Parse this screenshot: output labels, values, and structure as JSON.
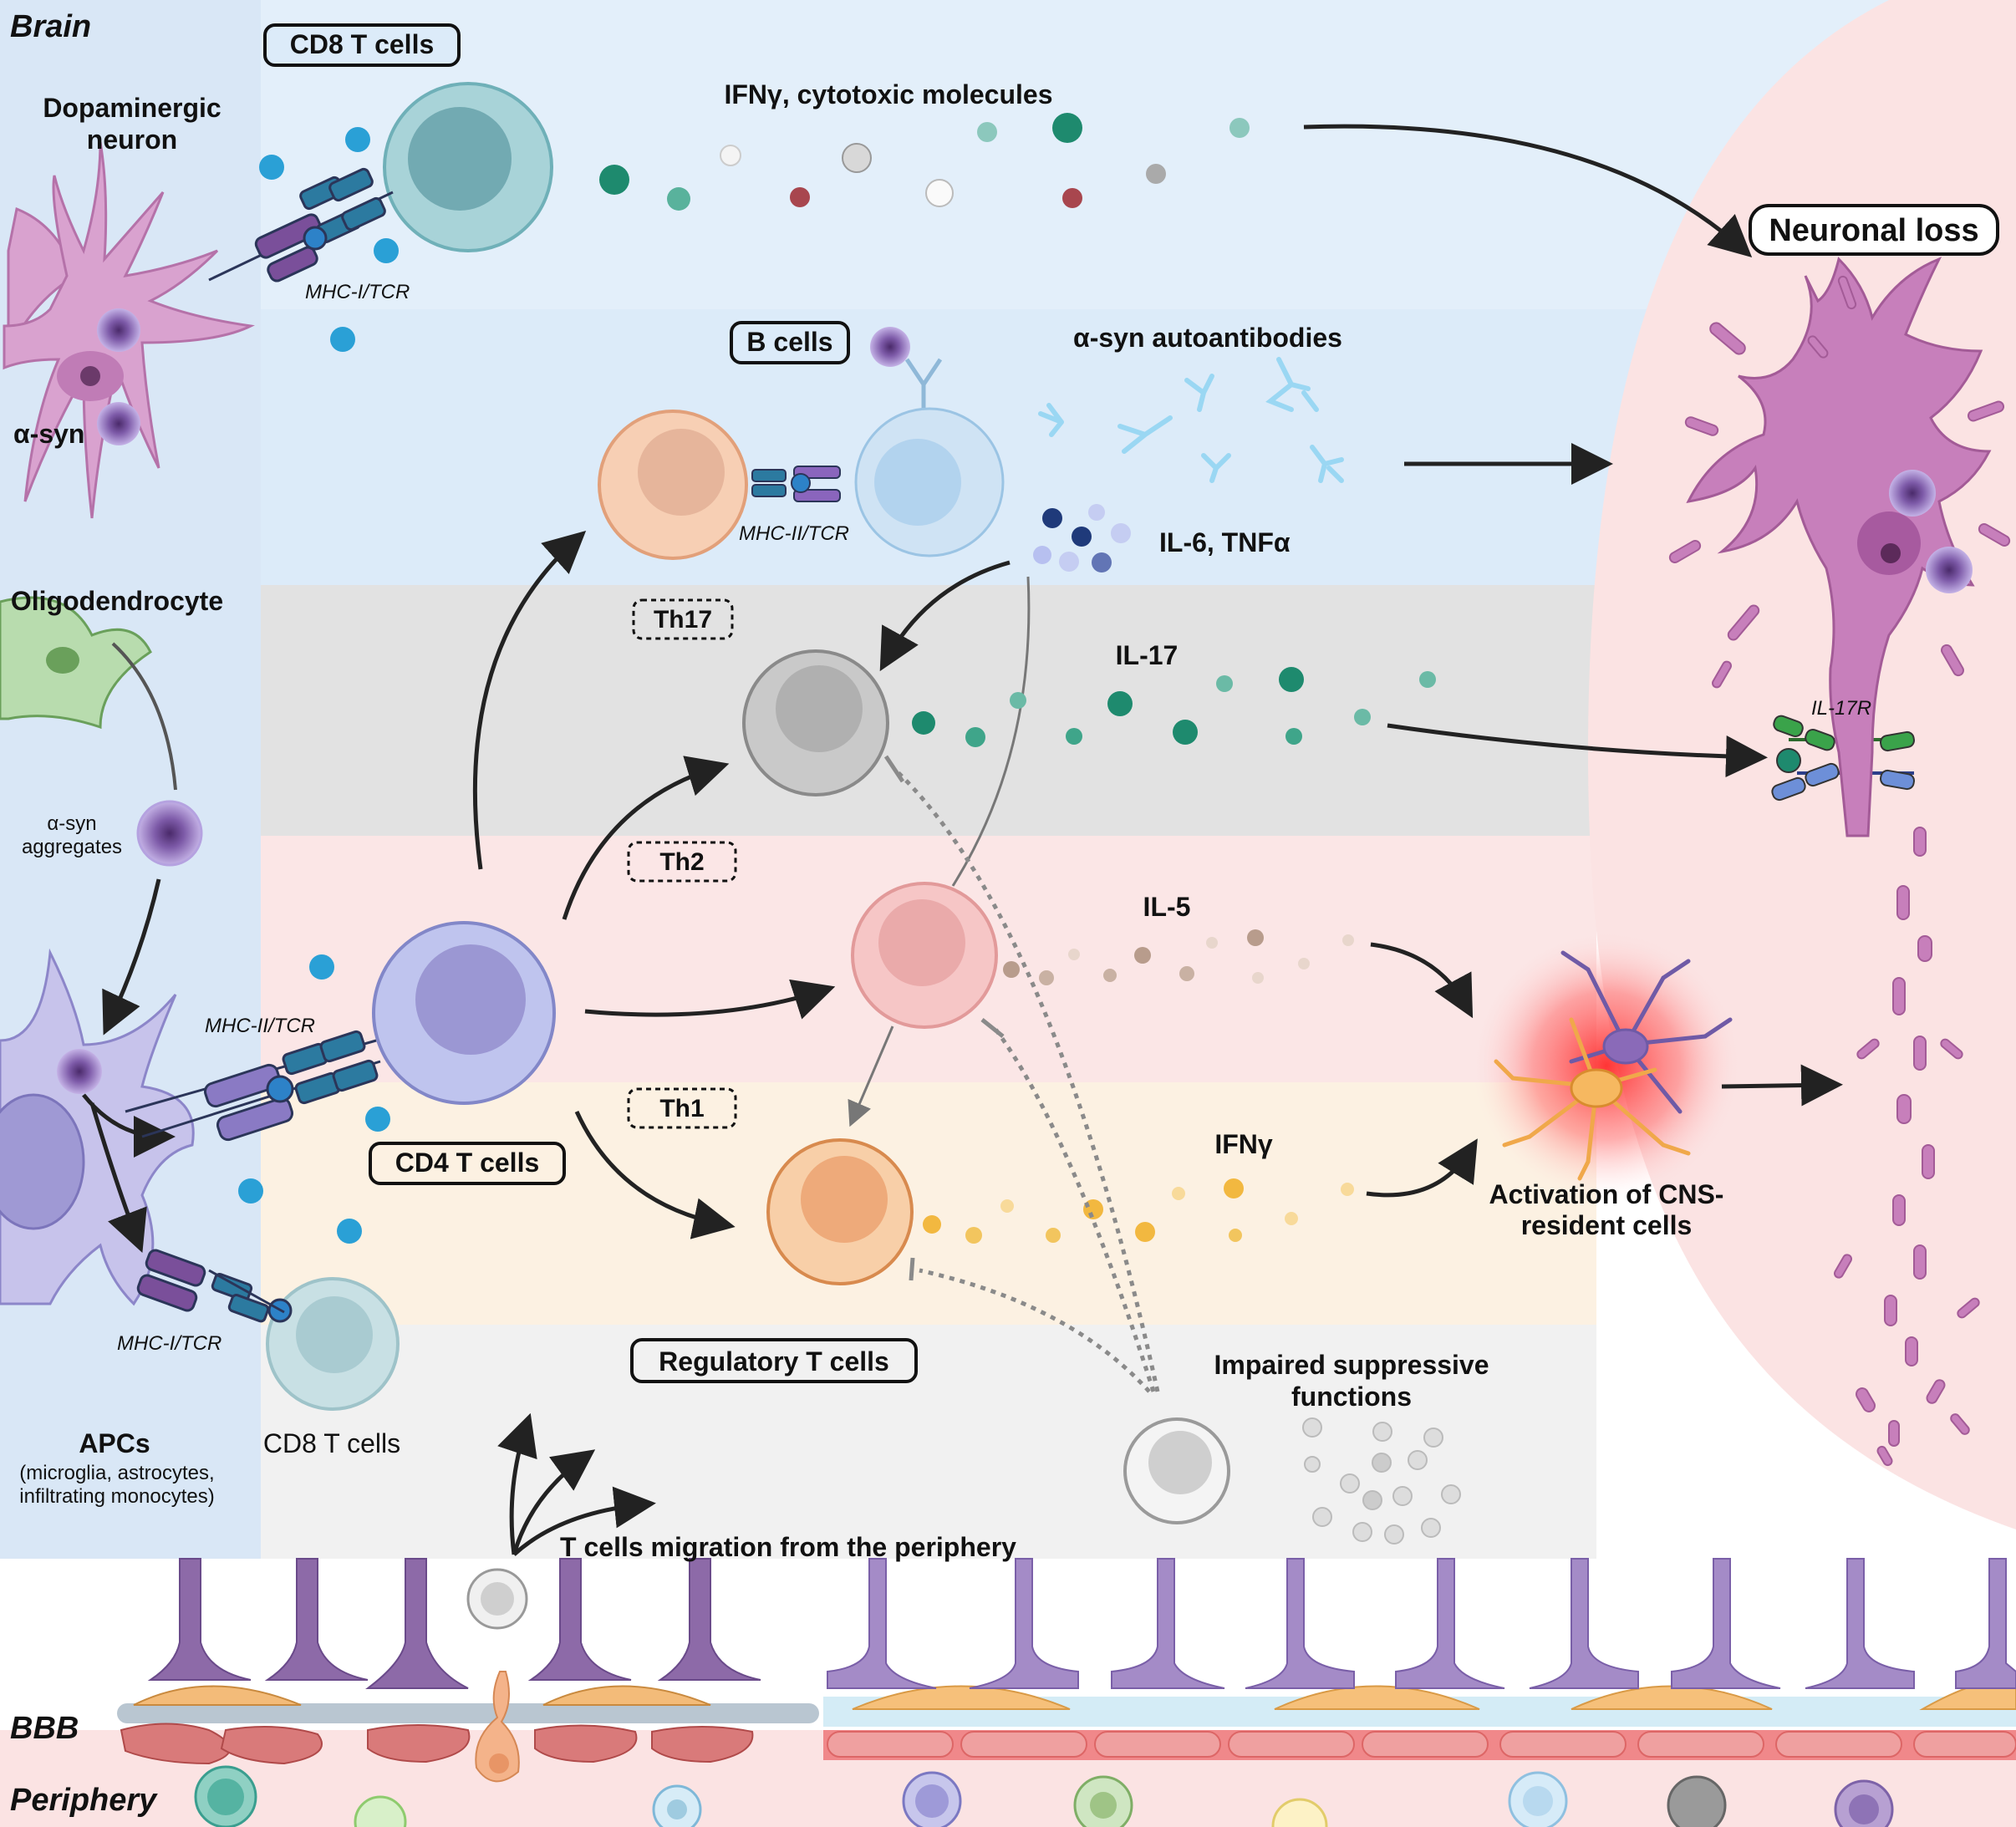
{
  "regions": {
    "brain": "Brain",
    "bbb": "BBB",
    "periphery": "Periphery"
  },
  "labels": {
    "cd8_top": "CD8 T cells",
    "dopaminergic_1": "Dopaminergic",
    "dopaminergic_2": "neuron",
    "asyn": "α-syn",
    "mhc1_tcr_top": "MHC-I/TCR",
    "ifng_cytotoxic": "IFNγ, cytotoxic molecules",
    "neuronal_loss": "Neuronal loss",
    "b_cells": "B cells",
    "asyn_autoantibodies": "α-syn autoantibodies",
    "mhc2_tcr_b": "MHC-II/TCR",
    "il6_tnfa": "IL-6, TNFα",
    "oligodendrocyte": "Oligodendrocyte",
    "th17": "Th17",
    "il17": "IL-17",
    "il17r": "IL-17R",
    "asyn_aggregates_1": "α-syn",
    "asyn_aggregates_2": "aggregates",
    "th2": "Th2",
    "il5": "IL-5",
    "mhc2_tcr_apc": "MHC-II/TCR",
    "th1": "Th1",
    "ifng": "IFNγ",
    "cd4": "CD4 T cells",
    "activation_1": "Activation of CNS-",
    "activation_2": "resident cells",
    "mhc1_tcr_apc": "MHC-I/TCR",
    "tregs": "Regulatory T cells",
    "impaired_1": "Impaired suppressive",
    "impaired_2": "functions",
    "apcs": "APCs",
    "apcs_sub_1": "(microglia, astrocytes,",
    "apcs_sub_2": "infiltrating monocytes)",
    "cd8_bottom": "CD8 T cells",
    "migration": "T cells migration from the periphery"
  },
  "colors": {
    "brain_bg": "#e3effa",
    "left_panel": "#d9e7f6",
    "th17_band": "#e2e2e2",
    "th2_band": "#fbe6e6",
    "th1_band": "#fcf1e2",
    "treg_band": "#f1f1f1",
    "neuron_bg": "#fbe3e3",
    "neuron": "#c77fbb",
    "astrocyte": "#6f78b8",
    "arrow": "#222222"
  },
  "icons": [
    "dopaminergic-neuron-icon",
    "oligodendrocyte-icon",
    "asyn-aggregate-icon",
    "apc-cell-icon",
    "t-cell-icon",
    "b-cell-icon",
    "antibody-icon",
    "cytokine-dot-icon",
    "neuron-icon",
    "astrocyte-icon",
    "receptor-icon",
    "endothelium-icon"
  ]
}
